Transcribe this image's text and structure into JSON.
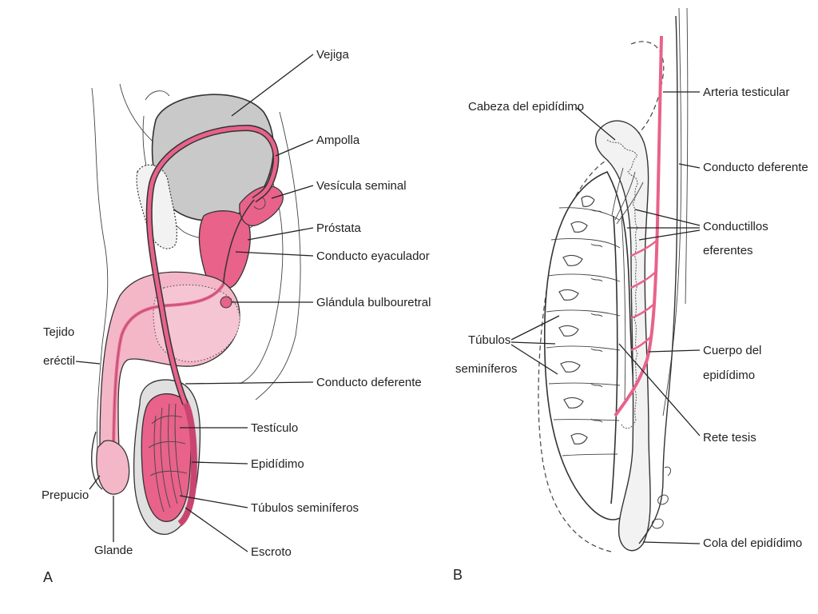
{
  "colors": {
    "pink": "#e8628a",
    "light_pink": "#f4b7c8",
    "gray": "#c9c9c9",
    "line": "#222222"
  },
  "panel_a": {
    "letter": "A",
    "labels": {
      "vejiga": "Vejiga",
      "ampolla": "Ampolla",
      "vesicula": "Vesícula seminal",
      "prostata": "Próstata",
      "eyaculador": "Conducto eyaculador",
      "bulbouretral": "Glándula bulbouretral",
      "tejido_1": "Tejido",
      "tejido_2": "eréctil",
      "deferente": "Conducto deferente",
      "testiculo": "Testículo",
      "epididimo": "Epidídimo",
      "tubulos": "Túbulos seminíferos",
      "prepucio": "Prepucio",
      "glande": "Glande",
      "escroto": "Escroto"
    }
  },
  "panel_b": {
    "letter": "B",
    "labels": {
      "cabeza": "Cabeza del epidídimo",
      "arteria": "Arteria testicular",
      "deferente": "Conducto deferente",
      "conductillos_1": "Conductillos",
      "conductillos_2": "eferentes",
      "tubulos_1": "Túbulos",
      "tubulos_2": "seminíferos",
      "cuerpo_1": "Cuerpo del",
      "cuerpo_2": "epidídimo",
      "rete": "Rete tesis",
      "cola": "Cola del epidídimo"
    }
  }
}
